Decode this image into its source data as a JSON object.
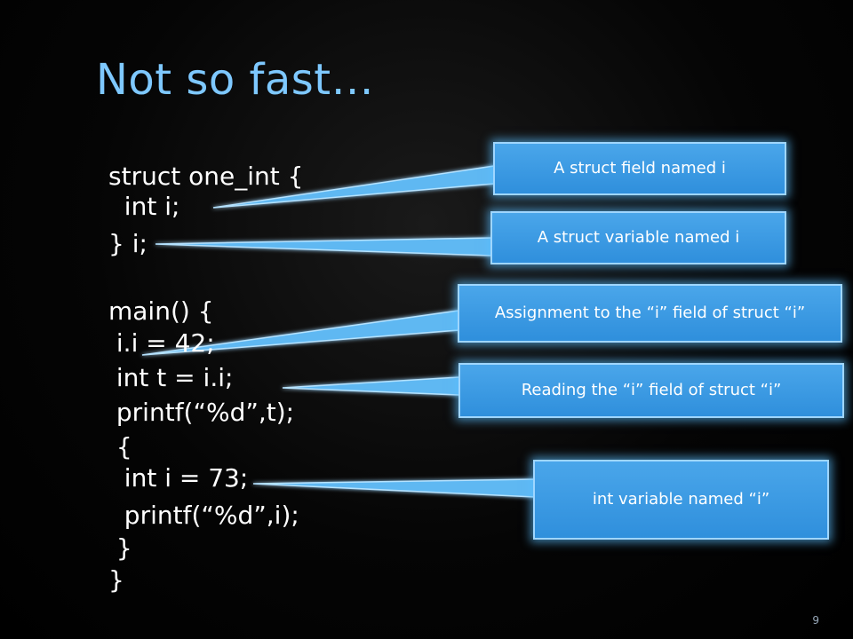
{
  "slide": {
    "title": "Not so fast…",
    "page_number": "9"
  },
  "code": {
    "lines": [
      "struct one_int {",
      "  int i;",
      "} i;",
      "",
      "main() {",
      " i.i = 42;",
      " int t = i.i;",
      " printf(“%d”,t);",
      " {",
      "  int i = 73;",
      "  printf(“%d”,i);",
      " }",
      "}"
    ]
  },
  "callouts": [
    "A struct field named i",
    "A struct variable named i",
    "Assignment to the “i” field of struct “i”",
    "Reading the “i” field of struct “i”",
    "int variable named “i”"
  ],
  "colors": {
    "title": "#7ec8ff",
    "callout_fill": "#3a9ae4",
    "callout_glow": "#9fd6ff",
    "code_text": "#ffffff"
  }
}
